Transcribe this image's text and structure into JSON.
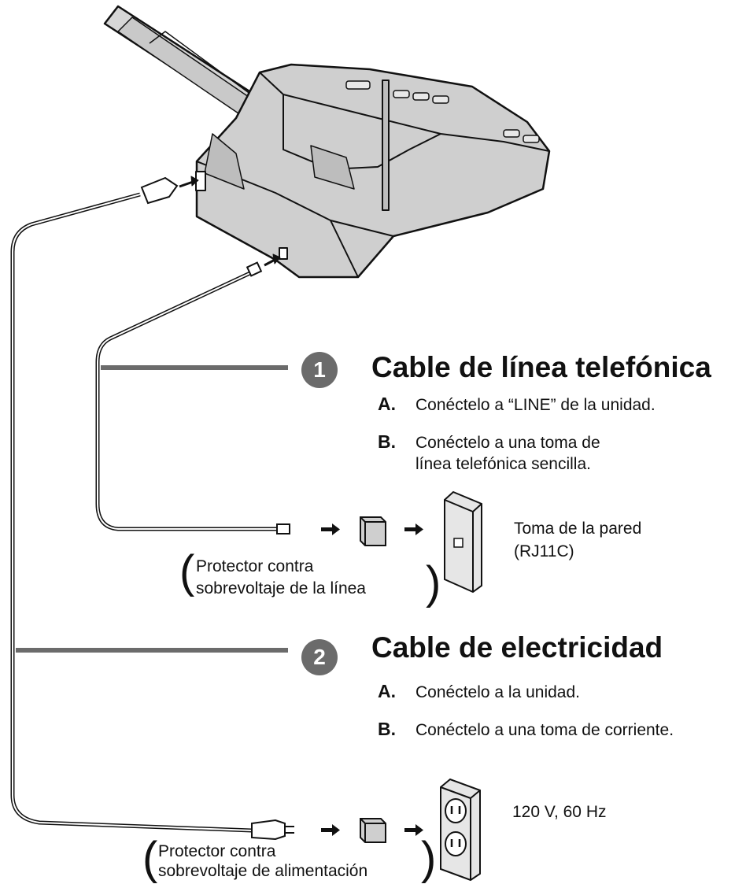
{
  "section1": {
    "number": "1",
    "title": "Cable de línea telefónica",
    "steps": [
      {
        "letter": "A.",
        "text": "Conéctelo a “LINE” de la unidad."
      },
      {
        "letter": "B.",
        "text": "Conéctelo a una toma de",
        "text2": "línea telefónica sencilla."
      }
    ],
    "protector": {
      "line1": "Protector contra",
      "line2": "sobrevoltaje de la línea"
    },
    "outlet": {
      "line1": "Toma de la pared",
      "line2": "(RJ11C)"
    }
  },
  "section2": {
    "number": "2",
    "title": "Cable de electricidad",
    "steps": [
      {
        "letter": "A.",
        "text": "Conéctelo a la unidad."
      },
      {
        "letter": "B.",
        "text": "Conéctelo a una toma de corriente."
      }
    ],
    "protector": {
      "line1": "Protector contra",
      "line2": "sobrevoltaje de alimentación"
    },
    "outlet": {
      "line1": "120 V, 60 Hz"
    }
  }
}
